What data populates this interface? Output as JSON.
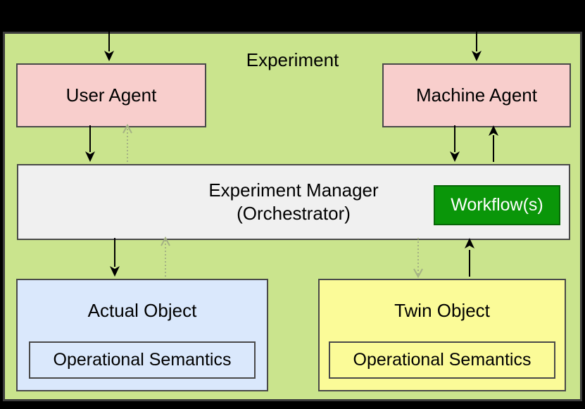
{
  "diagram": {
    "title": "Experiment",
    "nodes": {
      "user_agent": {
        "label": "User Agent"
      },
      "machine_agent": {
        "label": "Machine Agent"
      },
      "experiment_manager": {
        "label_line1": "Experiment Manager",
        "label_line2": "(Orchestrator)"
      },
      "workflow": {
        "label": "Workflow(s)"
      },
      "actual_object": {
        "label": "Actual Object",
        "inner_label": "Operational Semantics"
      },
      "twin_object": {
        "label": "Twin Object",
        "inner_label": "Operational Semantics"
      }
    },
    "colors": {
      "canvas_bg": "#000000",
      "container_fill": "#cae48d",
      "container_stroke": "#3d3d3d",
      "box_stroke": "#494949",
      "agent_fill": "#f8cecc",
      "manager_fill": "#f0f0f0",
      "workflow_fill": "#0a9609",
      "workflow_stroke": "#076607",
      "workflow_text": "#ffffff",
      "actual_fill": "#dae8fc",
      "twin_fill": "#fbfb98",
      "solid_arrow": "#000000",
      "dotted_arrow": "#a4b184"
    }
  }
}
